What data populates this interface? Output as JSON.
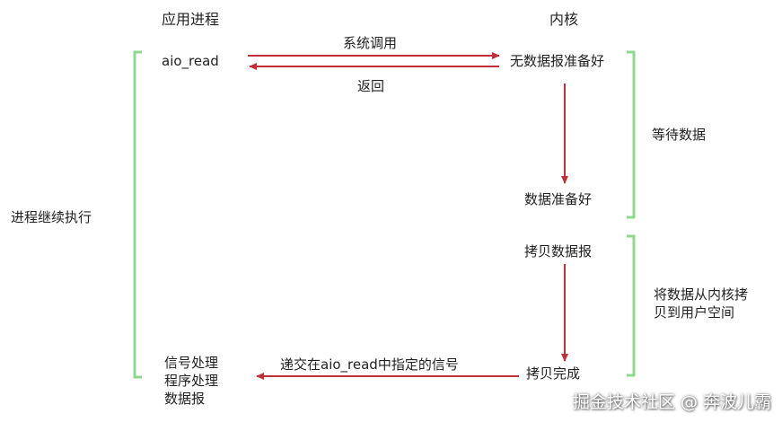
{
  "headers": {
    "app_process": "应用进程",
    "kernel": "内核"
  },
  "app": {
    "aio_read": "aio_read",
    "continue_exec": "进程继续执行",
    "signal_handling": "信号处理\n程序处理\n数据报"
  },
  "kernel": {
    "no_data_ready": "无数据报准备好",
    "data_ready": "数据准备好",
    "copy_datagram": "拷贝数据报",
    "copy_done": "拷贝完成"
  },
  "arrows": {
    "syscall": "系统调用",
    "return": "返回",
    "deliver_signal": "递交在aio_read中指定的信号"
  },
  "phases": {
    "wait_data": "等待数据",
    "copy_to_user": "将数据从内核拷\n贝到用户空间"
  },
  "watermark": "掘金技术社区 @ 奔波儿霸",
  "colors": {
    "arrow": "#c0303a",
    "bracket": "#8fd88f",
    "text": "#222222"
  }
}
